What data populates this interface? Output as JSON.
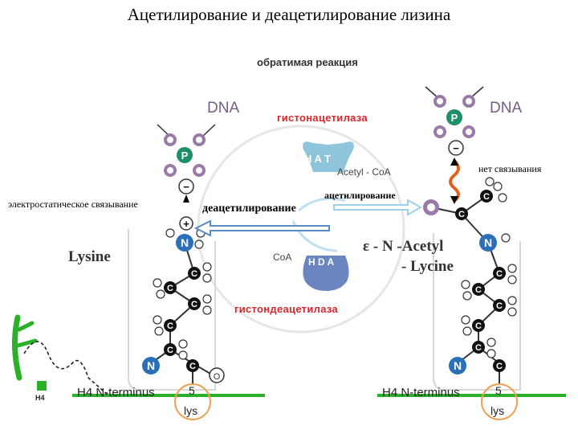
{
  "title": "Ацетилирование и деацетилирование лизина",
  "labels": {
    "reversible_reaction": "обратимая реакция",
    "dna_left": "DNA",
    "dna_right": "DNA",
    "histone_acetylase": "гистонацетилаза",
    "histone_deacetylase": "гистондеацетилаза",
    "electrostatic_binding": "электростатическое связывание",
    "no_binding": "нет связывания",
    "deacetylation": "деацетилирование",
    "acetylation": "ацетилирование",
    "hat": "H A T",
    "acetyl_coa": "Acetyl - CoA",
    "coa": "CoA",
    "hda": "H D A",
    "lysine": "Lysine",
    "acetyl_lysine_line1": "ε - N -Acetyl",
    "acetyl_lysine_line2": "- Lycine",
    "h4_terminus_left": "H4 N-terminus",
    "h4_terminus_right": "H4 N-terminus",
    "residue_number_left": "5",
    "residue_number_right": "5",
    "lys_left": "lys",
    "lys_right": "lys",
    "h4_marker": "H4"
  },
  "atom_labels": {
    "phosphorus": "P",
    "oxygen": "O",
    "carbon": "C",
    "nitrogen": "N",
    "minus": "−",
    "plus": "+"
  },
  "colors": {
    "dna_text": "#7a5a8a",
    "phosphate_oxygen": "#9a7aa8",
    "phosphorus": "#1f8f6a",
    "nitrogen": "#2a6fb8",
    "enzyme_label": "#d8262b",
    "backbone_green": "#2bb02b",
    "residue_circle": "#f0a050",
    "hat_enzyme": "#8ec4dc",
    "hda_enzyme": "#6a85c0"
  }
}
